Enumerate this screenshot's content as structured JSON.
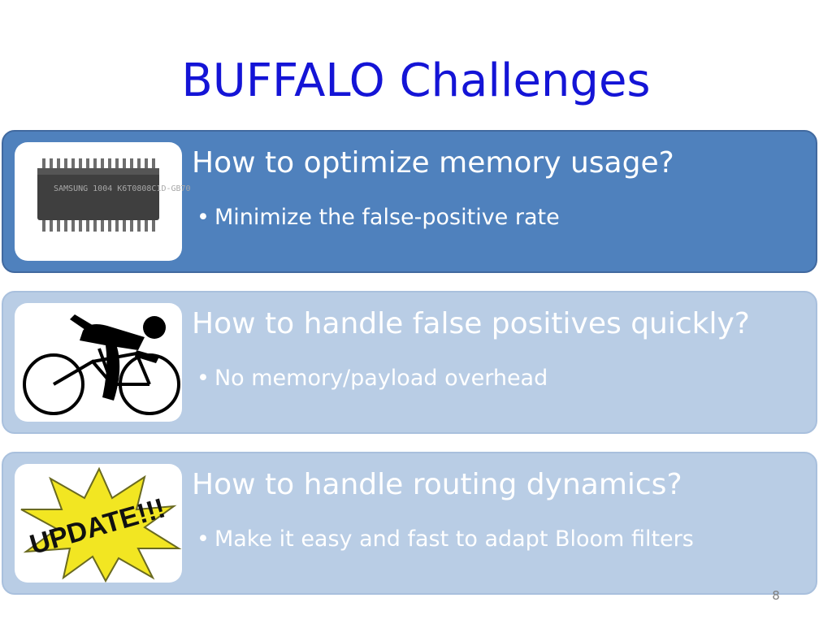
{
  "slide": {
    "title": "BUFFALO Challenges",
    "page_number": "8"
  },
  "colors": {
    "title": "#1414d6",
    "card_dark": "#4f81bd",
    "card_light": "#b9cde5",
    "text": "#ffffff"
  },
  "cards": [
    {
      "heading": "How to optimize memory usage?",
      "bullet": "Minimize the false-positive rate",
      "image_icon": "memory-chip-icon",
      "chip_text": "SAMSUNG 1004 K6T0808C1D-GB70"
    },
    {
      "heading": "How to handle false positives quickly?",
      "bullet": "No memory/payload overhead",
      "image_icon": "cyclist-icon"
    },
    {
      "heading": "How to handle routing dynamics?",
      "bullet": "Make it easy and fast to adapt Bloom filters",
      "image_icon": "update-starburst-icon",
      "burst_text": "UPDATE!!!"
    }
  ]
}
